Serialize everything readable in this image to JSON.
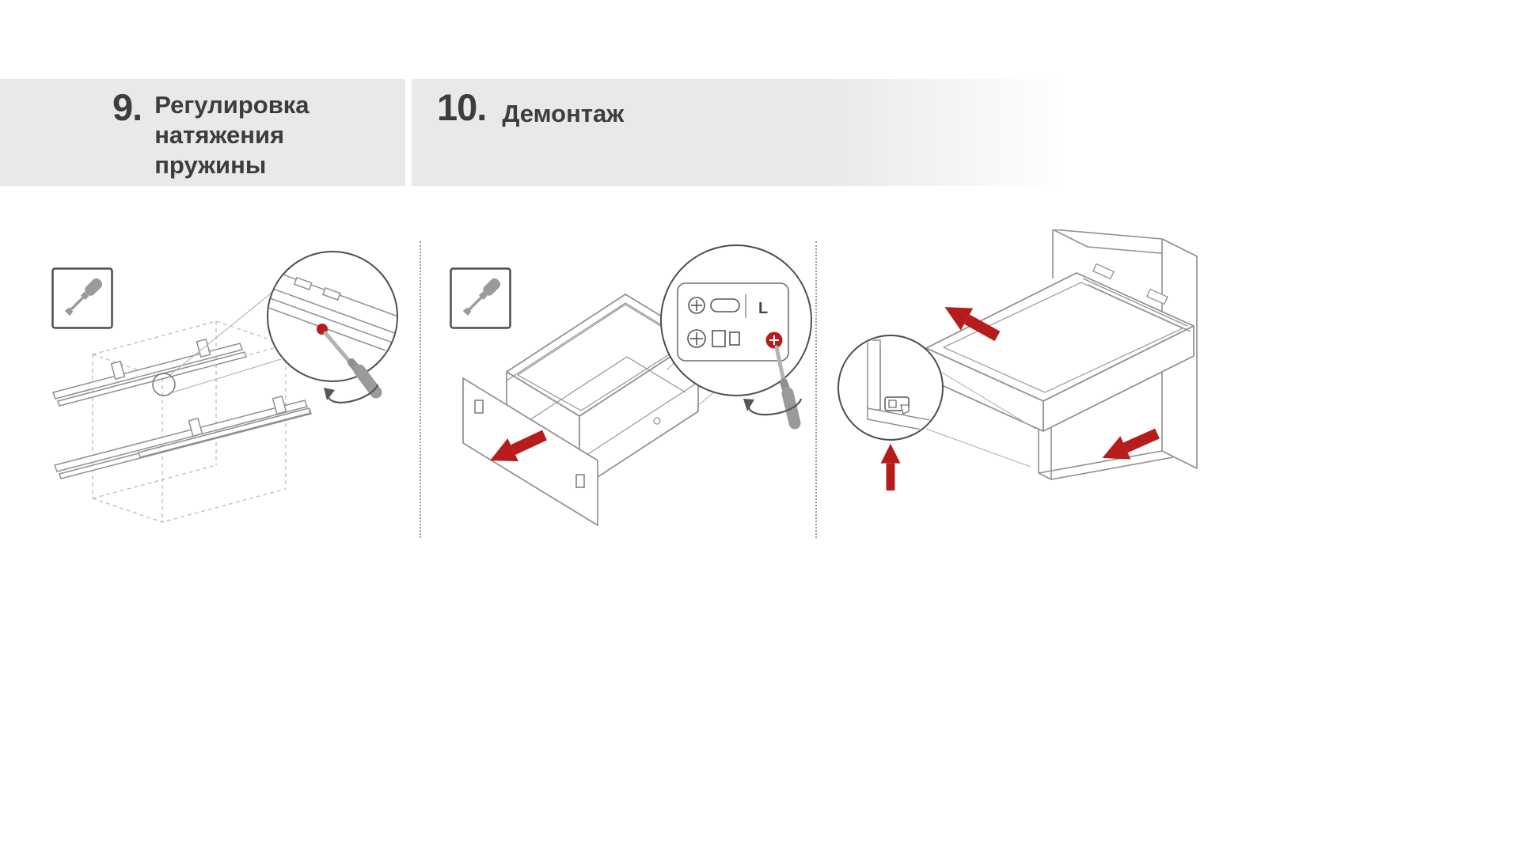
{
  "page": {
    "background": "#ffffff",
    "band_color": "#e9e9e9",
    "accent_red": "#b71c1c",
    "line_color": "#8f8f8f",
    "text_color": "#3d3d3d"
  },
  "header": {
    "step9": {
      "number": "9.",
      "title_lines": [
        "Регулировка",
        "натяжения",
        "пружины"
      ]
    },
    "step10": {
      "number": "10.",
      "title": "Демонтаж"
    }
  },
  "panels": {
    "panel1": {
      "tool_icon": "screwdriver"
    },
    "panel2": {
      "tool_icon": "screwdriver",
      "zoom": {
        "label": "L"
      }
    },
    "panel3": {}
  }
}
